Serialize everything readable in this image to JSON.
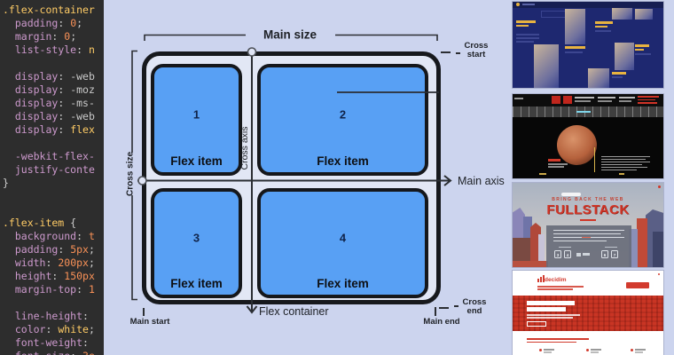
{
  "code_editor": {
    "lines": [
      [
        {
          "t": ".flex-container",
          "c": "sel"
        }
      ],
      [
        {
          "t": "  ",
          "c": "pun"
        },
        {
          "t": "padding",
          "c": "prop"
        },
        {
          "t": ": ",
          "c": "pun"
        },
        {
          "t": "0",
          "c": "num"
        },
        {
          "t": ";",
          "c": "pun"
        }
      ],
      [
        {
          "t": "  ",
          "c": "pun"
        },
        {
          "t": "margin",
          "c": "prop"
        },
        {
          "t": ": ",
          "c": "pun"
        },
        {
          "t": "0",
          "c": "num"
        },
        {
          "t": ";",
          "c": "pun"
        }
      ],
      [
        {
          "t": "  ",
          "c": "pun"
        },
        {
          "t": "list-style",
          "c": "prop"
        },
        {
          "t": ": ",
          "c": "pun"
        },
        {
          "t": "n",
          "c": "kw"
        }
      ],
      [],
      [
        {
          "t": "  ",
          "c": "pun"
        },
        {
          "t": "display",
          "c": "prop"
        },
        {
          "t": ": ",
          "c": "pun"
        },
        {
          "t": "-web",
          "c": "val"
        }
      ],
      [
        {
          "t": "  ",
          "c": "pun"
        },
        {
          "t": "display",
          "c": "prop"
        },
        {
          "t": ": ",
          "c": "pun"
        },
        {
          "t": "-moz",
          "c": "val"
        }
      ],
      [
        {
          "t": "  ",
          "c": "pun"
        },
        {
          "t": "display",
          "c": "prop"
        },
        {
          "t": ": ",
          "c": "pun"
        },
        {
          "t": "-ms-",
          "c": "val"
        }
      ],
      [
        {
          "t": "  ",
          "c": "pun"
        },
        {
          "t": "display",
          "c": "prop"
        },
        {
          "t": ": ",
          "c": "pun"
        },
        {
          "t": "-web",
          "c": "val"
        }
      ],
      [
        {
          "t": "  ",
          "c": "pun"
        },
        {
          "t": "display",
          "c": "prop"
        },
        {
          "t": ": ",
          "c": "pun"
        },
        {
          "t": "flex",
          "c": "kw"
        }
      ],
      [],
      [
        {
          "t": "  ",
          "c": "pun"
        },
        {
          "t": "-webkit-flex-",
          "c": "prop"
        }
      ],
      [
        {
          "t": "  ",
          "c": "pun"
        },
        {
          "t": "justify-conte",
          "c": "prop"
        }
      ],
      [
        {
          "t": "}",
          "c": "pun"
        }
      ],
      [],
      [],
      [
        {
          "t": ".flex-item",
          "c": "sel"
        },
        {
          "t": " {",
          "c": "pun"
        }
      ],
      [
        {
          "t": "  ",
          "c": "pun"
        },
        {
          "t": "background",
          "c": "prop"
        },
        {
          "t": ": ",
          "c": "pun"
        },
        {
          "t": "t",
          "c": "num"
        }
      ],
      [
        {
          "t": "  ",
          "c": "pun"
        },
        {
          "t": "padding",
          "c": "prop"
        },
        {
          "t": ": ",
          "c": "pun"
        },
        {
          "t": "5px",
          "c": "num"
        },
        {
          "t": ";",
          "c": "pun"
        }
      ],
      [
        {
          "t": "  ",
          "c": "pun"
        },
        {
          "t": "width",
          "c": "prop"
        },
        {
          "t": ": ",
          "c": "pun"
        },
        {
          "t": "200px",
          "c": "num"
        },
        {
          "t": ";",
          "c": "pun"
        }
      ],
      [
        {
          "t": "  ",
          "c": "pun"
        },
        {
          "t": "height",
          "c": "prop"
        },
        {
          "t": ": ",
          "c": "pun"
        },
        {
          "t": "150px",
          "c": "num"
        }
      ],
      [
        {
          "t": "  ",
          "c": "pun"
        },
        {
          "t": "margin-top",
          "c": "prop"
        },
        {
          "t": ": ",
          "c": "pun"
        },
        {
          "t": "1",
          "c": "num"
        }
      ],
      [],
      [
        {
          "t": "  ",
          "c": "pun"
        },
        {
          "t": "line-height",
          "c": "prop"
        },
        {
          "t": ":",
          "c": "pun"
        }
      ],
      [
        {
          "t": "  ",
          "c": "pun"
        },
        {
          "t": "color",
          "c": "prop"
        },
        {
          "t": ": ",
          "c": "pun"
        },
        {
          "t": "white",
          "c": "kw"
        },
        {
          "t": ";",
          "c": "pun"
        }
      ],
      [
        {
          "t": "  ",
          "c": "pun"
        },
        {
          "t": "font-weight",
          "c": "prop"
        },
        {
          "t": ":",
          "c": "pun"
        }
      ],
      [
        {
          "t": "  ",
          "c": "pun"
        },
        {
          "t": "font-size",
          "c": "prop"
        },
        {
          "t": ": ",
          "c": "pun"
        },
        {
          "t": "3e",
          "c": "num"
        }
      ]
    ]
  },
  "diagram": {
    "labels": {
      "main_size": "Main size",
      "cross_size": "Cross size",
      "main_axis": "Main axis",
      "cross_axis": "Cross axis",
      "cross_start": "Cross start",
      "cross_end": "Cross end",
      "main_start": "Main start",
      "main_end": "Main end",
      "flex_container": "Flex container",
      "flex_item": "Flex item"
    },
    "items": [
      {
        "number": "1"
      },
      {
        "number": "2"
      },
      {
        "number": "3"
      },
      {
        "number": "4"
      }
    ],
    "colors": {
      "item_fill": "#58a0f4",
      "border": "#17191d",
      "background": "#ccd4ee",
      "container_fill": "#e2e7f5"
    }
  },
  "thumbnails": {
    "conference_site": {
      "kicker": "BRING BACK THE WEB",
      "title": "FULLSTACK",
      "dates": [
        "3",
        "4",
        "6",
        "7"
      ]
    },
    "decidim_site": {
      "logo": "decidim"
    }
  }
}
